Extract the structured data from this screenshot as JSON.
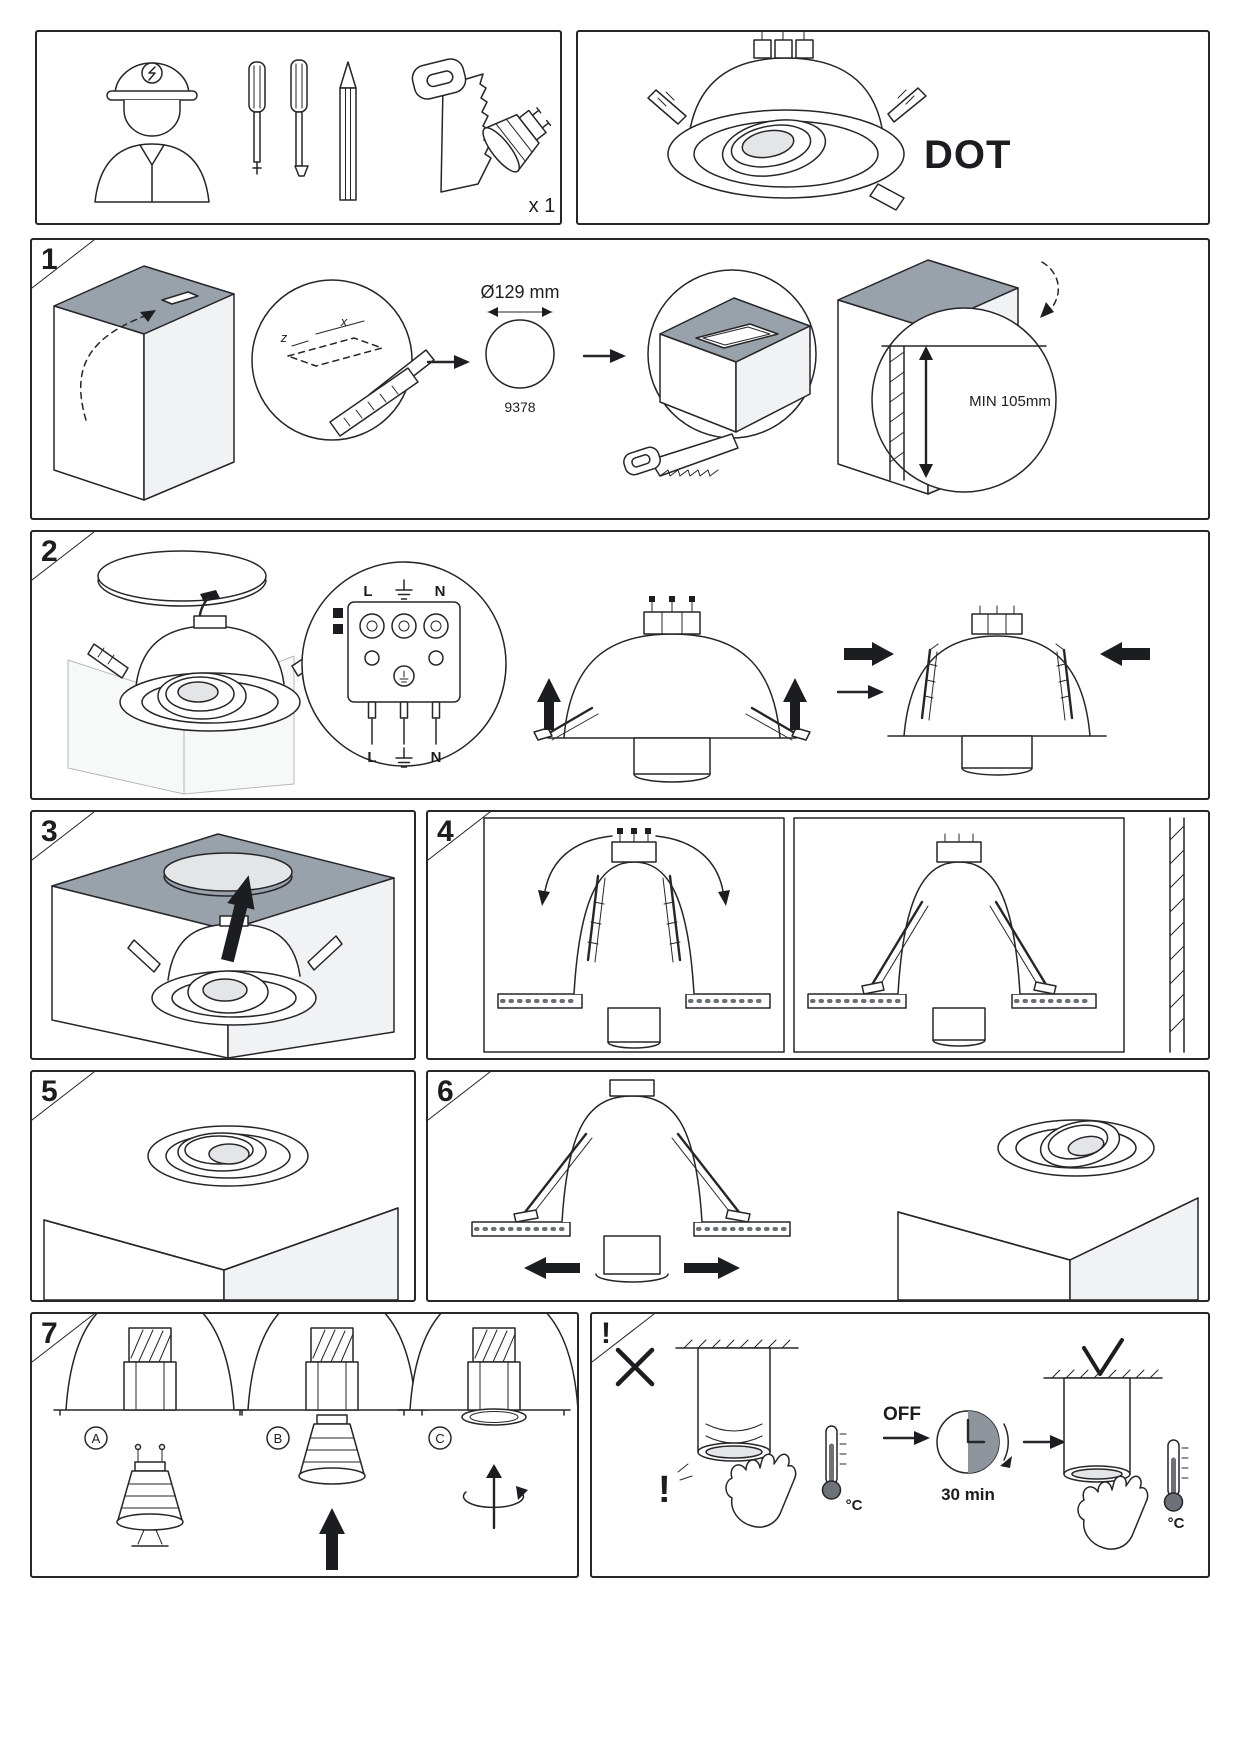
{
  "palette": {
    "ink": "#26262a",
    "ceiling_gray": "#99a2aa"
  },
  "header": {
    "tools_panel": {
      "lamp_count": "x 1"
    },
    "product_panel": {
      "name": "DOT"
    }
  },
  "steps": {
    "s1": {
      "number": "1",
      "dim_x": "x",
      "dim_z": "z",
      "hole_diameter": "Ø129 mm",
      "template_code": "9378",
      "min_depth": "MIN 105mm"
    },
    "s2": {
      "number": "2",
      "terminal_top_l": "L",
      "terminal_top_n": "N",
      "terminal_bottom_l": "L",
      "terminal_bottom_n": "N"
    },
    "s3": {
      "number": "3"
    },
    "s4": {
      "number": "4"
    },
    "s5": {
      "number": "5"
    },
    "s6": {
      "number": "6"
    },
    "s7": {
      "number": "7",
      "option_a": "A",
      "option_b": "B",
      "option_c": "C"
    },
    "warning": {
      "number": "!",
      "hot_mark": "!",
      "off_label": "OFF",
      "cooldown": "30 min",
      "temp_unit_left": "°C",
      "temp_unit_right": "°C"
    }
  }
}
